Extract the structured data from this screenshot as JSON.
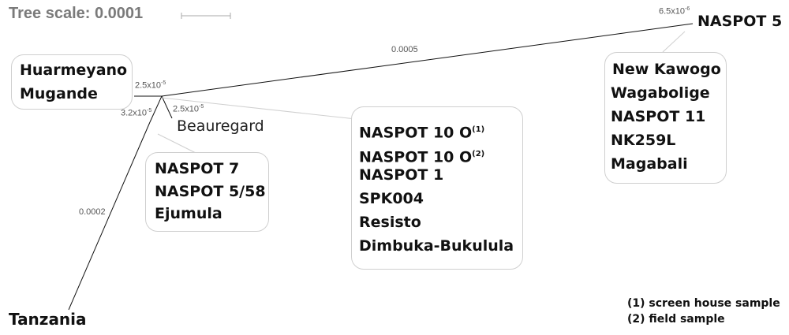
{
  "scale": {
    "label": "Tree scale: 0.0001"
  },
  "branch_lengths": {
    "naspot5": "0.0005",
    "naspot5_terminal_base": "6.5x10",
    "naspot5_terminal_exp": "-6",
    "huarmeyano_base": "2.5x10",
    "huarmeyano_exp": "-5",
    "beauregard_base": "2.5x10",
    "beauregard_exp": "-5",
    "internal_base": "3.2x10",
    "internal_exp": "-5",
    "tanzania": "0.0002"
  },
  "leaves": {
    "naspot5": "NASPOT 5",
    "beauregard": "Beauregard",
    "tanzania": "Tanzania"
  },
  "group_huarmeyano": [
    "Huarmeyano",
    "Mugande"
  ],
  "group_naspot7": [
    "NASPOT 7",
    "NASPOT 5/58",
    "Ejumula"
  ],
  "group_naspot10": {
    "item1": {
      "text": "NASPOT 10 O",
      "note": "(1)"
    },
    "item2": {
      "text": "NASPOT 10 O",
      "note": "(2)"
    },
    "rest": [
      "NASPOT 1",
      "SPK004",
      "Resisto",
      "Dimbuka-Bukulula"
    ]
  },
  "group_kawogo": [
    "New Kawogo",
    "Wagabolige",
    "NASPOT 11",
    "NK259L",
    "Magabali"
  ],
  "legend": [
    "(1) screen house sample",
    "(2) field sample"
  ]
}
